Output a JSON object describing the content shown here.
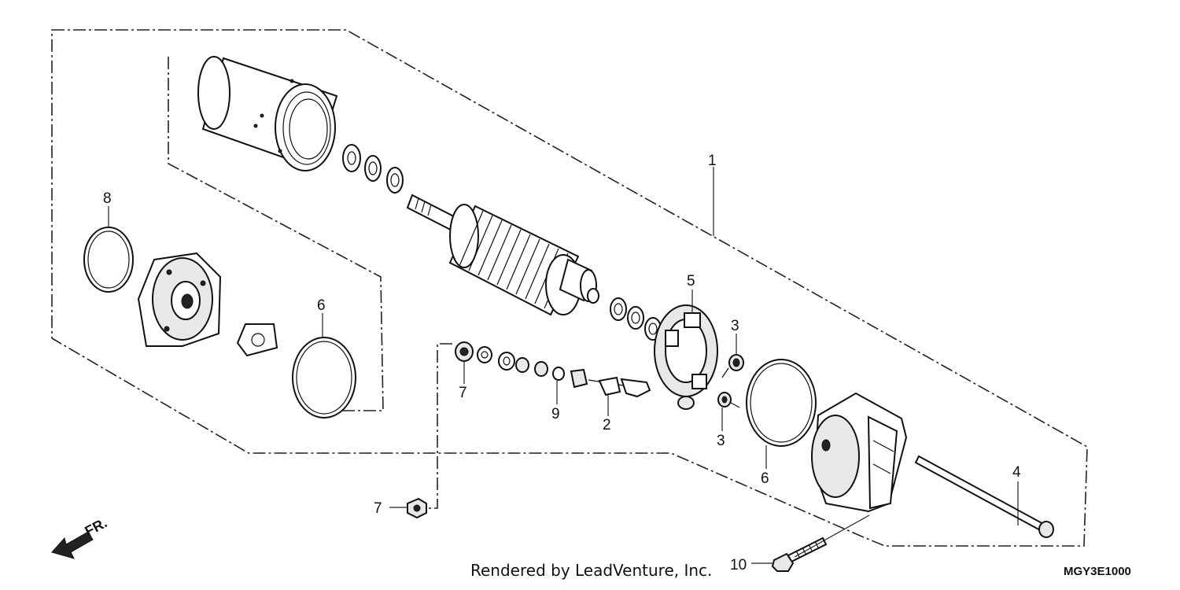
{
  "diagram": {
    "callouts": [
      "1",
      "2",
      "3",
      "3",
      "4",
      "5",
      "6",
      "6",
      "7",
      "7",
      "8",
      "9",
      "10"
    ],
    "front_label": "FR.",
    "footer_credit": "Rendered by LeadVenture, Inc.",
    "diagram_code": "MGY3E1000",
    "parts": [
      "yoke",
      "armature",
      "brush-holder",
      "rear-cover",
      "front-bracket",
      "o-ring",
      "through-bolt",
      "terminal-bolt",
      "nut",
      "washer-set",
      "brush-spring"
    ]
  }
}
